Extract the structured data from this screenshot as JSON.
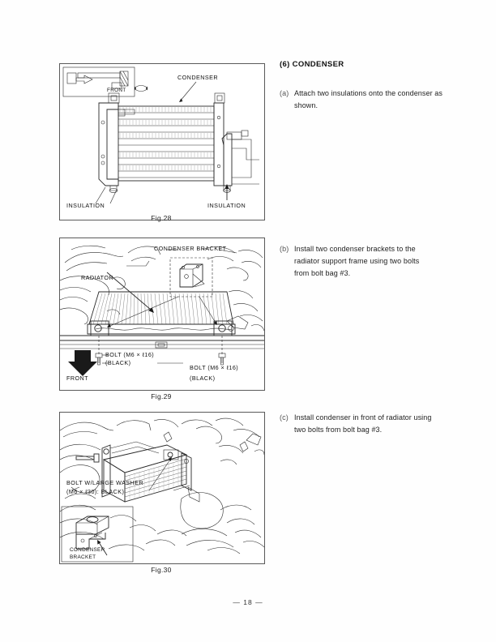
{
  "document": {
    "page_number": "— 18 —",
    "section": {
      "number": "(6)",
      "title": "CONDENSER",
      "heading": "(6) CONDENSER"
    }
  },
  "instructions": [
    {
      "marker": "(a)",
      "lines": [
        "Attach two insulations onto the condenser as",
        "shown."
      ],
      "text": "Attach two insulations onto the condenser as shown."
    },
    {
      "marker": "(b)",
      "lines": [
        "Install two condenser brackets to the",
        "radiator support frame using two bolts",
        "from bolt bag  #3."
      ],
      "text": "Install two condenser brackets to the radiator support frame using two bolts from bolt bag #3."
    },
    {
      "marker": "(c)",
      "lines": [
        "Install condenser in front of radiator using",
        "two bolts from bolt bag  #3."
      ],
      "text": "Install condenser in front of radiator using two bolts from bolt bag #3."
    }
  ],
  "figures": [
    {
      "id": "fig28",
      "caption": "Fig.28",
      "labels": {
        "condenser": "CONDENSER",
        "front": "FRONT",
        "insulation_left": "INSULATION",
        "insulation_right": "INSULATION"
      }
    },
    {
      "id": "fig29",
      "caption": "Fig.29",
      "labels": {
        "condenser_bracket": "CONDENSER BRACKET",
        "radiator": "RADIATOR",
        "bolt_left": "BOLT (M6 × ℓ16)",
        "bolt_left_color": "(BLACK)",
        "bolt_right": "BOLT (M6 × ℓ16)",
        "bolt_right_color": "(BLACK)",
        "front": "FRONT"
      }
    },
    {
      "id": "fig30",
      "caption": "Fig.30",
      "labels": {
        "bolt_washer_line1": "BOLT W/LARGE WASHER",
        "bolt_washer_line2": "(M6 × ℓ30): BLACK)",
        "condenser_bracket_line1": "CONDENSER",
        "condenser_bracket_line2": "BRACKET"
      }
    }
  ],
  "colors": {
    "ink": "#1a1a1a",
    "frame": "#5a5a5a",
    "paper": "#ffffff"
  }
}
